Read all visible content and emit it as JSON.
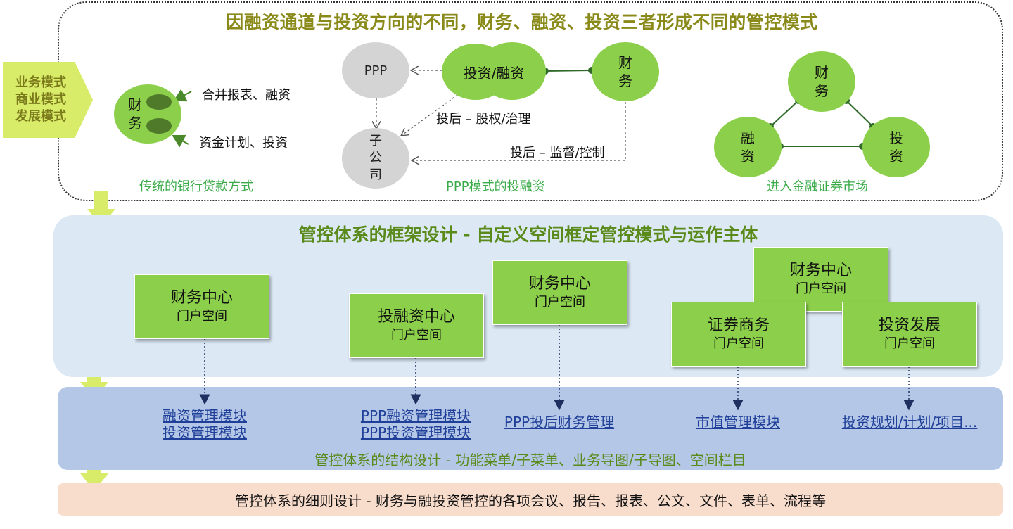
{
  "title": "因融资通道与投资方向的不同，财务、融资、投资三者形成不同的管控模式",
  "side_label": [
    "业务模式",
    "商业模式",
    "发展模式"
  ],
  "section1": {
    "bank": {
      "node": "财务",
      "label_a": "合并报表、融资",
      "label_b": "资金计划、投资",
      "caption": "传统的银行贷款方式"
    },
    "ppp": {
      "ppp_node": "PPP",
      "invest_node": "投资/融资",
      "finance_node": "财务",
      "sub_node": "子公司",
      "label_equity": "投后 – 股权/治理",
      "label_supervise": "投后 – 监督/控制",
      "caption": "PPP模式的投融资"
    },
    "market": {
      "top": "财务",
      "left": "融资",
      "right": "投资",
      "caption": "进入金融证券市场"
    }
  },
  "section2": {
    "title": "管控体系的框架设计 - 自定义空间框定管控模式与运作主体",
    "boxes": [
      {
        "name": "财务中心",
        "sub": "门户空间"
      },
      {
        "name": "投融资中心",
        "sub": "门户空间"
      },
      {
        "name": "财务中心",
        "sub": "门户空间"
      },
      {
        "name": "财务中心",
        "sub": "门户空间"
      },
      {
        "name": "证券商务",
        "sub": "门户空间"
      },
      {
        "name": "投资发展",
        "sub": "门户空间"
      }
    ]
  },
  "section3": {
    "links": [
      {
        "line1": "融资管理模块",
        "line2": "投资管理模块"
      },
      {
        "line1": "PPP融资管理模块",
        "line2": "PPP投资管理模块"
      },
      {
        "line1": "PPP投后财务管理"
      },
      {
        "line1": "市值管理模块"
      },
      {
        "line1": "投资规划/计划/项目..."
      }
    ],
    "caption": "管控体系的结构设计 - 功能菜单/子菜单、业务导图/子导图、空间栏目"
  },
  "section4": {
    "caption": "管控体系的细则设计 - 财务与融投资管控的各项会议、报告、报表、公文、文件、表单、流程等"
  },
  "colors": {
    "node_green": "#8ccf4a",
    "title_olive": "#8a8a1a",
    "link_blue": "#1f3f99",
    "caption_green": "#3aab48"
  }
}
